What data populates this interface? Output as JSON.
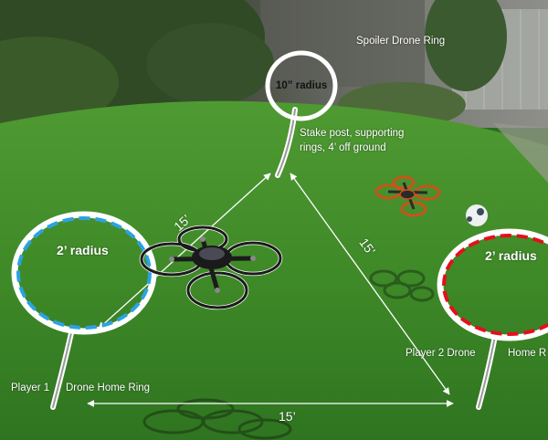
{
  "labels": {
    "spoiler_ring": "Spoiler Drone Ring",
    "spoiler_radius": "10” radius",
    "stake_line1": "Stake post, supporting",
    "stake_line2": "rings, 4’ off ground",
    "left_radius": "2’ radius",
    "right_radius": "2’ radius",
    "player1": "Player 1",
    "player1_ring": "Drone Home Ring",
    "player2": "Player 2  Drone",
    "player2_ring": "Home R",
    "dim_left": "15’",
    "dim_right": "15’",
    "dim_bottom": "15’"
  },
  "colors": {
    "player1_ring": "#2aa3e0",
    "player2_ring": "#e3101b",
    "spoiler_ring": "#ffffff",
    "grass": "#3f8a2a",
    "drone_frame": "#1b1b1b",
    "spoiler_drone_frame": "#c8541b"
  },
  "icons": {
    "player_drone": "quadcopter-drone-icon",
    "spoiler_drone": "small-quadcopter-icon",
    "ball": "soccer-ball-icon"
  }
}
